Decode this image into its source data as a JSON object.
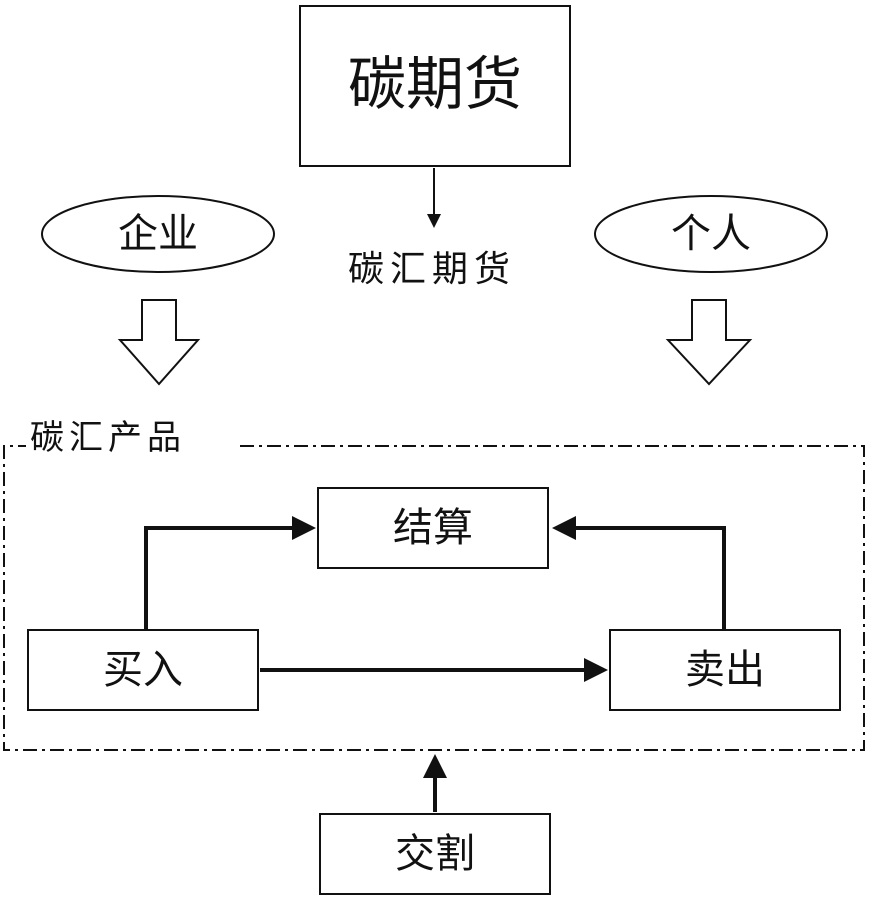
{
  "diagram": {
    "top_box": "碳期货",
    "center_label": "碳汇期货",
    "left_ellipse": "企业",
    "right_ellipse": "个人",
    "group_label": "碳汇产品",
    "settle_box": "结算",
    "buy_box": "买入",
    "sell_box": "卖出",
    "delivery_box": "交割"
  },
  "colors": {
    "stroke": "#111111",
    "background": "#ffffff"
  }
}
